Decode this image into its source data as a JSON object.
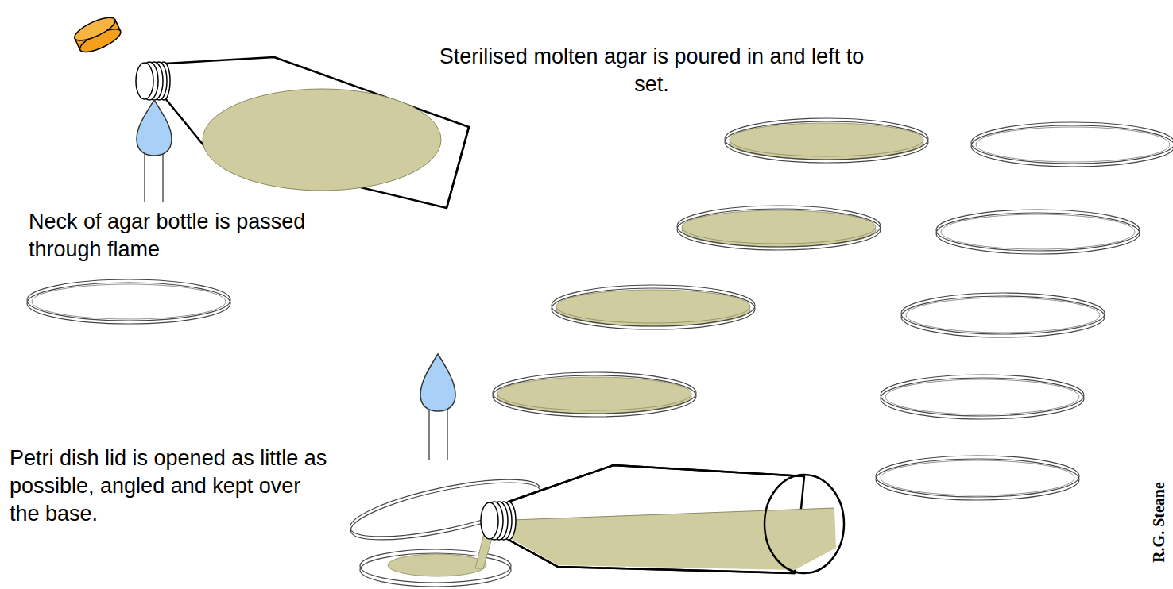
{
  "diagram": {
    "labels": [
      "Sterilised molten agar is poured in and left to set.",
      "Neck of agar bottle is passed through flame",
      "Petri dish lid is opened as little as possible, angled and kept over the base.",
      "R.G. Steane"
    ]
  }
}
